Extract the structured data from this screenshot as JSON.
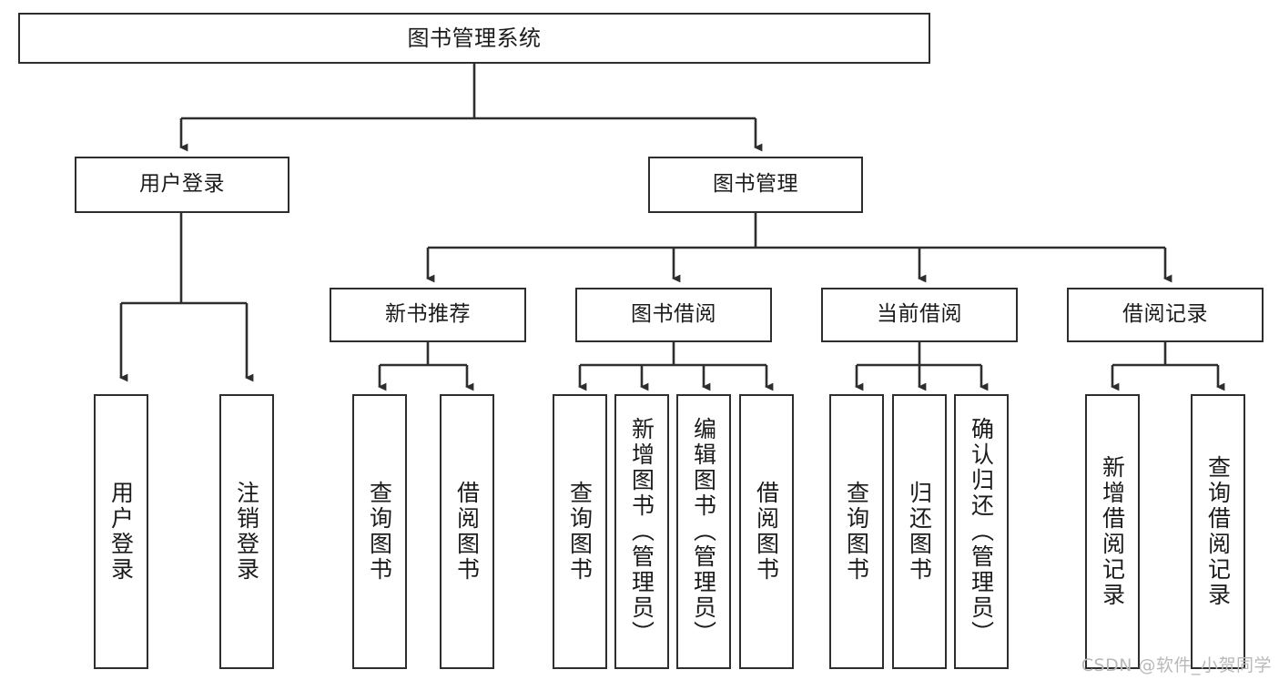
{
  "diagram": {
    "type": "tree-hierarchy",
    "title": "图书管理系统",
    "orientation": "top-down",
    "edge_style": "orthogonal-arrow",
    "colors": {
      "stroke": "#2e2e2e",
      "fill": "#ffffff",
      "text": "#1b1b1b",
      "watermark": "#b9b9b9"
    }
  },
  "root": {
    "label": "图书管理系统"
  },
  "level2": [
    {
      "label": "用户登录"
    },
    {
      "label": "图书管理"
    }
  ],
  "level3": [
    {
      "label": "新书推荐"
    },
    {
      "label": "图书借阅"
    },
    {
      "label": "当前借阅"
    },
    {
      "label": "借阅记录"
    }
  ],
  "leaves": {
    "user_login": [
      {
        "label": "用户登录"
      },
      {
        "label": "注销登录"
      }
    ],
    "new_book_recommend": [
      {
        "label": "查询图书"
      },
      {
        "label": "借阅图书"
      }
    ],
    "book_borrow": [
      {
        "label": "查询图书"
      },
      {
        "label": "新增图书（管理员）"
      },
      {
        "label": "编辑图书（管理员）"
      },
      {
        "label": "借阅图书"
      }
    ],
    "current_borrow": [
      {
        "label": "查询图书"
      },
      {
        "label": "归还图书"
      },
      {
        "label": "确认归还（管理员）"
      }
    ],
    "borrow_record": [
      {
        "label": "新增借阅记录"
      },
      {
        "label": "查询借阅记录"
      }
    ]
  },
  "watermark": {
    "text": "CSDN @软件_小贺同学"
  }
}
